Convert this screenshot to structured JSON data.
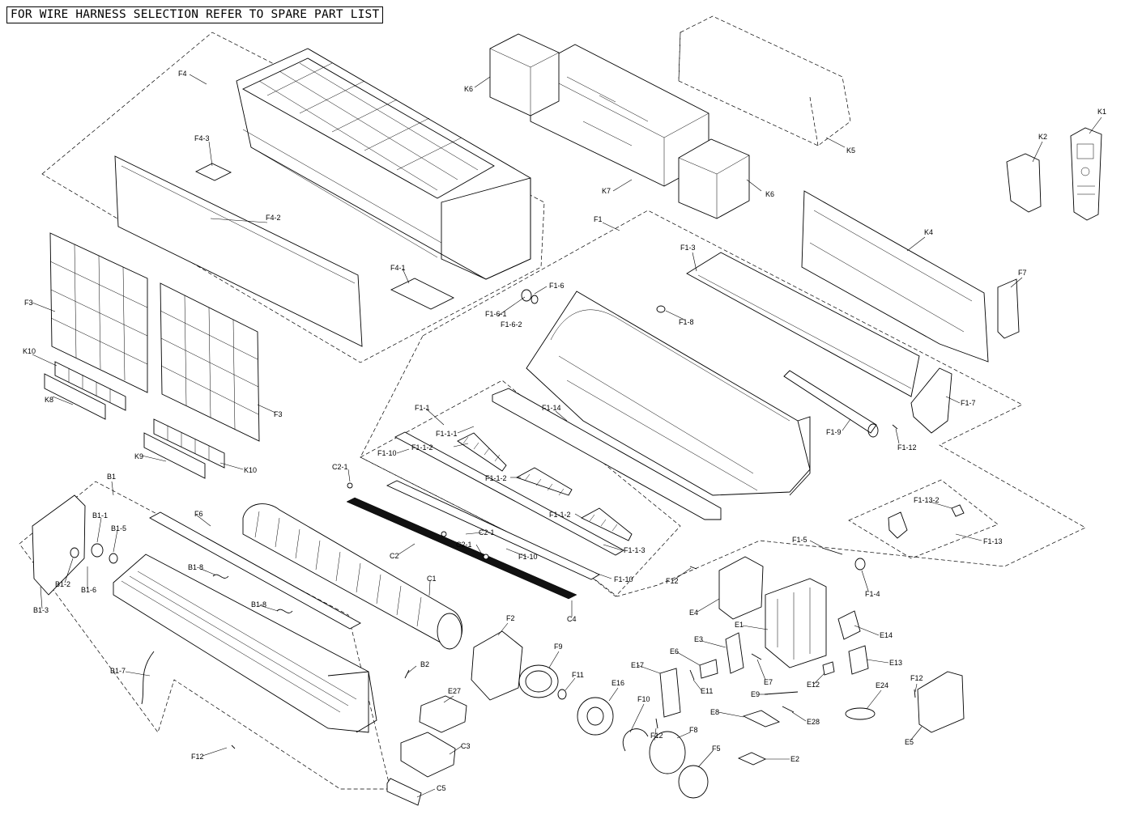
{
  "header": {
    "note": "FOR WIRE HARNESS SELECTION REFER TO SPARE PART LIST"
  },
  "callouts": {
    "F4": "F4",
    "F4_3": "F4-3",
    "F4_2": "F4-2",
    "F4_1": "F4-1",
    "K6_left": "K6",
    "K6_right": "K6",
    "K7": "K7",
    "K5": "K5",
    "K1": "K1",
    "K2": "K2",
    "K4": "K4",
    "F1": "F1",
    "F1_3": "F1-3",
    "F1_6": "F1-6",
    "F1_6_1": "F1-6-1",
    "F1_6_2": "F1-6-2",
    "F1_8": "F1-8",
    "F7": "F7",
    "F1_7": "F1-7",
    "F1_9": "F1-9",
    "F1_12": "F1-12",
    "F3_left": "F3",
    "F3_right": "F3",
    "K10_left": "K10",
    "K10_right": "K10",
    "K8": "K8",
    "K9": "K9",
    "F1_1": "F1-1",
    "F1_14": "F1-14",
    "F1_1_1": "F1-1-1",
    "F1_1_2_a": "F1-1-2",
    "F1_1_2_b": "F1-1-2",
    "F1_1_2_c": "F1-1-2",
    "F1_10_a": "F1-10",
    "F1_10_b": "F1-10",
    "F1_10_c": "F1-10",
    "F1_1_3": "F1-1-3",
    "C2_1_a": "C2-1",
    "C2_1_b": "C2-1",
    "C2_1_c": "C2-1",
    "C2": "C2",
    "C1": "C1",
    "C4": "C4",
    "F1_13_2": "F1-13-2",
    "F1_13": "F1-13",
    "F1_5": "F1-5",
    "F1_4": "F1-4",
    "B1": "B1",
    "B1_1": "B1-1",
    "B1_5": "B1-5",
    "B1_2": "B1-2",
    "B1_6": "B1-6",
    "B1_3": "B1-3",
    "B1_8_a": "B1-8",
    "B1_8_b": "B1-8",
    "B1_7": "B1-7",
    "F6": "F6",
    "B2": "B2",
    "F12_a": "F12",
    "F12_b": "F12",
    "F12_c": "F12",
    "F12_d": "F12",
    "E4": "E4",
    "E1": "E1",
    "E14": "E14",
    "E3": "E3",
    "E6": "E6",
    "E7": "E7",
    "E12": "E12",
    "E13": "E13",
    "E17": "E17",
    "E11": "E11",
    "E9": "E9",
    "E28": "E28",
    "E8": "E8",
    "E24": "E24",
    "E5": "E5",
    "E2": "E2",
    "E16": "E16",
    "F10": "F10",
    "F11": "F11",
    "F9": "F9",
    "F2": "F2",
    "E27": "E27",
    "C3": "C3",
    "C5": "C5",
    "F8": "F8",
    "F5": "F5"
  }
}
